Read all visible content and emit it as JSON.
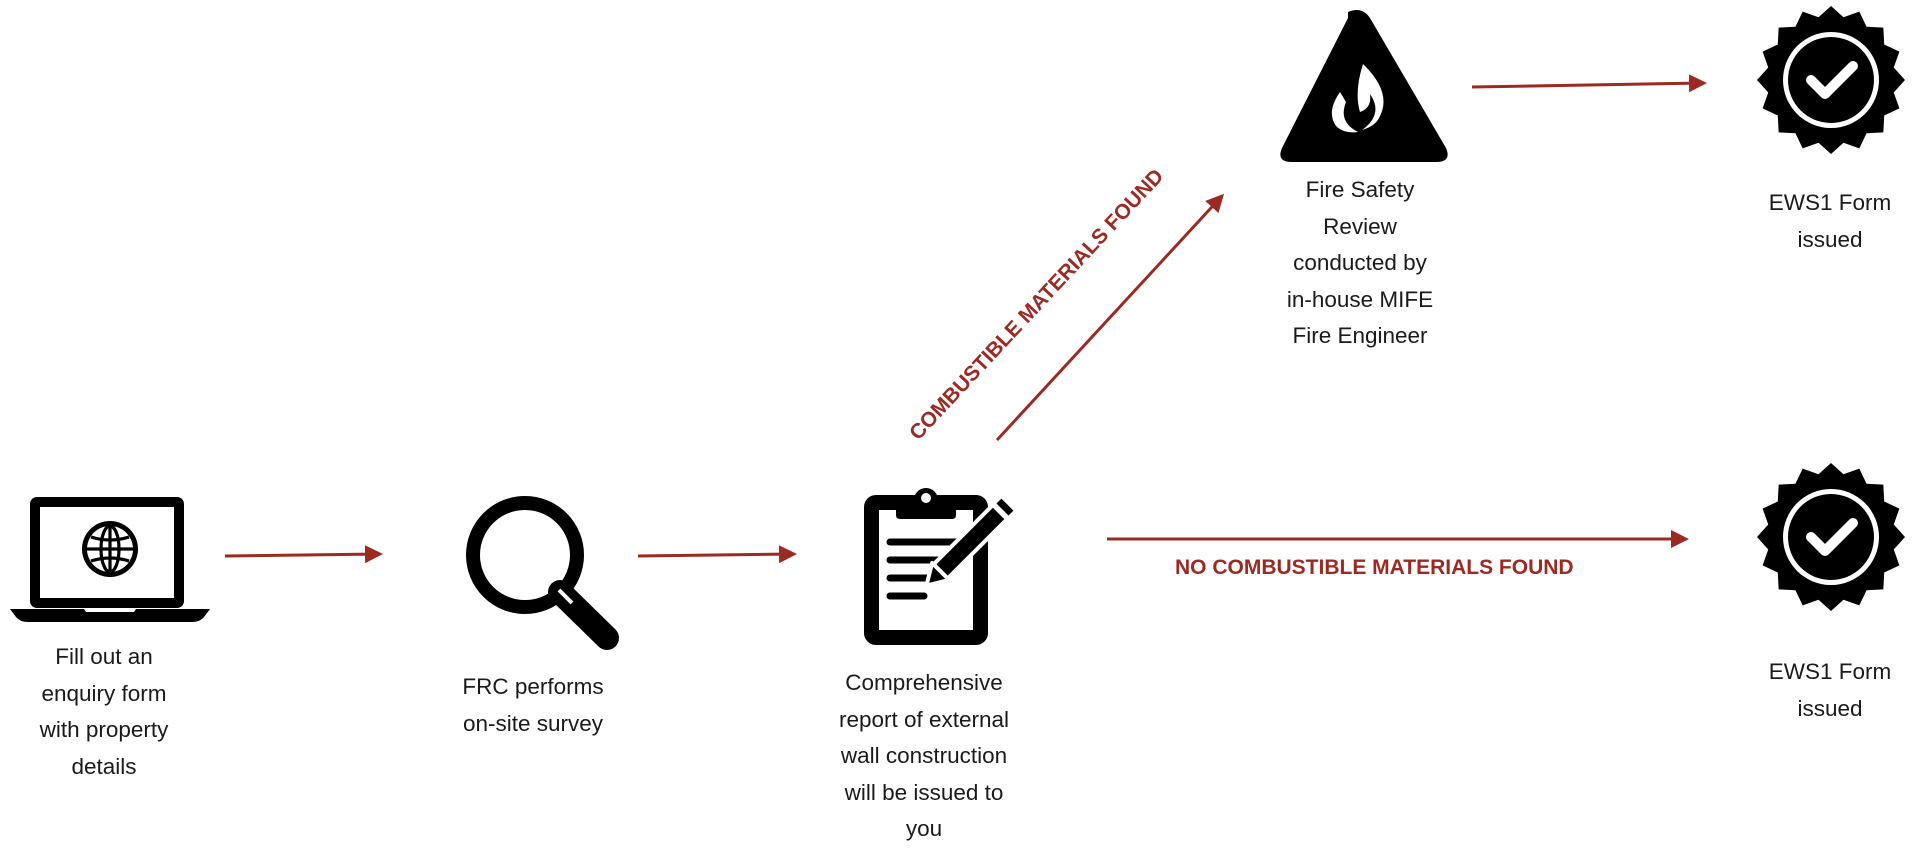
{
  "colors": {
    "arrow": "#9b2a22",
    "icon": "#000000",
    "text": "#1a1a1a",
    "background": "#ffffff"
  },
  "steps": {
    "enquiry": {
      "icon": "laptop-globe-icon",
      "lines": [
        "Fill out an",
        "enquiry form",
        "with property",
        "details"
      ]
    },
    "survey": {
      "icon": "magnifying-glass-icon",
      "lines": [
        "FRC performs",
        "on-site survey"
      ]
    },
    "report": {
      "icon": "clipboard-pencil-icon",
      "lines": [
        "Comprehensive",
        "report of external",
        "wall construction",
        "will be issued to",
        "you"
      ]
    },
    "fire_review": {
      "icon": "fire-warning-icon",
      "lines": [
        "Fire Safety",
        "Review",
        "conducted by",
        "in-house MIFE",
        "Fire Engineer"
      ]
    },
    "ews1_top": {
      "icon": "verified-badge-icon",
      "lines": [
        "EWS1 Form",
        "issued"
      ]
    },
    "ews1_bottom": {
      "icon": "verified-badge-icon",
      "lines": [
        "EWS1 Form",
        "issued"
      ]
    }
  },
  "branches": {
    "combustible": "COMBUSTIBLE MATERIALS FOUND",
    "no_combustible": "NO COMBUSTIBLE MATERIALS FOUND"
  }
}
